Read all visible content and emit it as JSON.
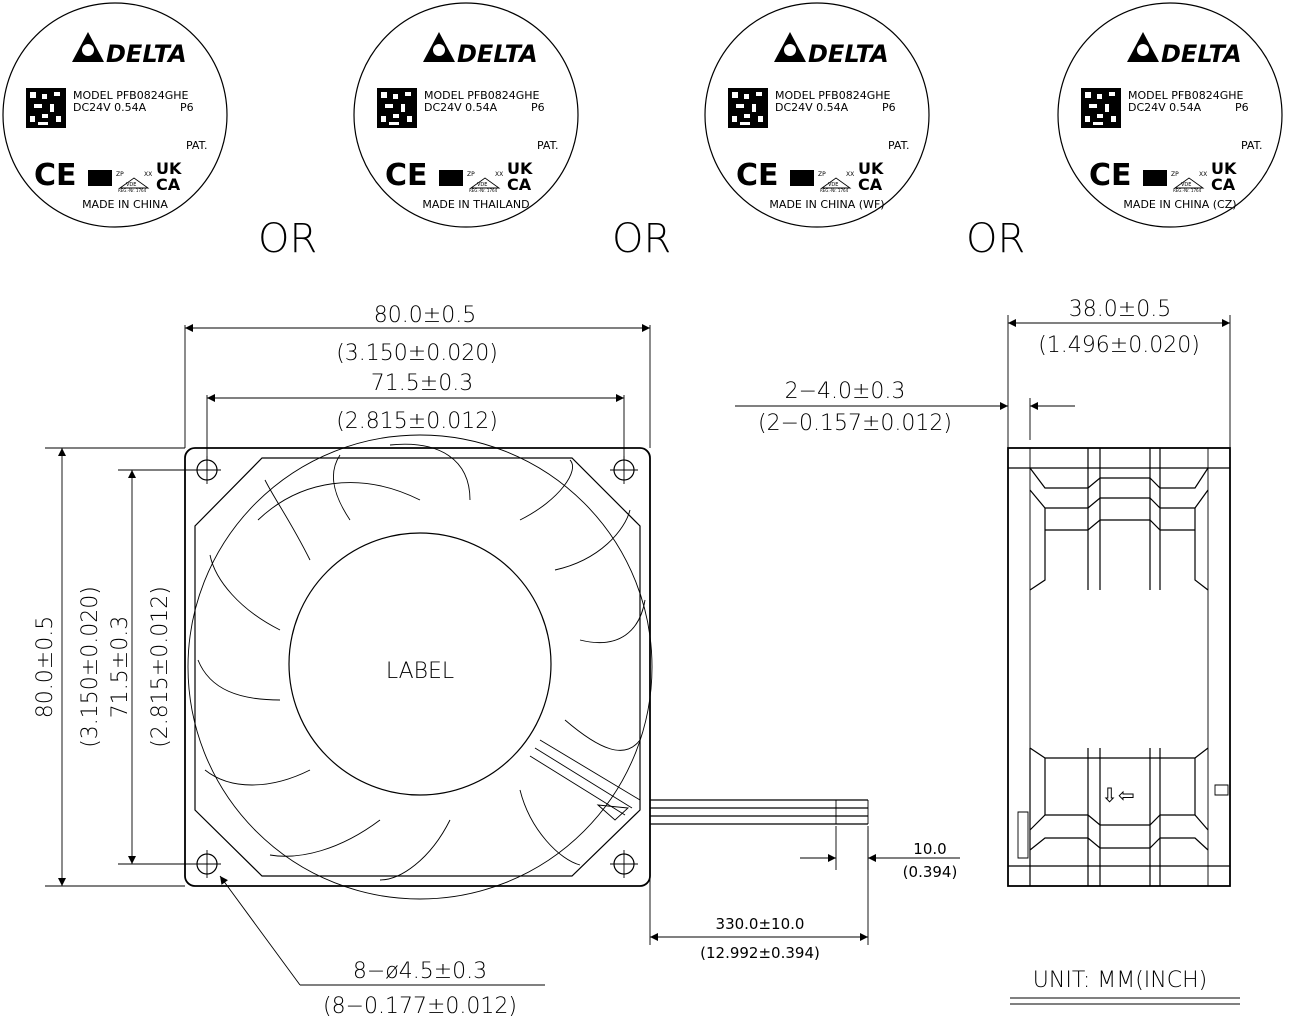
{
  "labels": [
    {
      "brand": "DELTA",
      "model_line": "MODEL  PFB0824GHE",
      "rating_line": "DC24V  0.54A",
      "p_code": "P6",
      "pat": "PAT.",
      "origin": "MADE IN CHINA",
      "zp": "ZP",
      "xx": "XX",
      "vde": "VDE",
      "reg": "REG.-Nr. 1764"
    },
    {
      "brand": "DELTA",
      "model_line": "MODEL  PFB0824GHE",
      "rating_line": "DC24V  0.54A",
      "p_code": "P6",
      "pat": "PAT.",
      "origin": "MADE IN THAILAND",
      "zp": "ZP",
      "xx": "XX",
      "vde": "VDE",
      "reg": "REG.-Nr. 1764"
    },
    {
      "brand": "DELTA",
      "model_line": "MODEL  PFB0824GHE",
      "rating_line": "DC24V  0.54A",
      "p_code": "P6",
      "pat": "PAT.",
      "origin": "MADE IN CHINA (WF)",
      "zp": "ZP",
      "xx": "XX",
      "vde": "VDE",
      "reg": "REG.-Nr. 1764"
    },
    {
      "brand": "DELTA",
      "model_line": "MODEL  PFB0824GHE",
      "rating_line": "DC24V  0.54A",
      "p_code": "P6",
      "pat": "PAT.",
      "origin": "MADE IN CHINA (CZ)",
      "zp": "ZP",
      "xx": "XX",
      "vde": "VDE",
      "reg": "REG.-Nr. 1764"
    }
  ],
  "or_text": "OR",
  "cert_marks": {
    "ce": "CE",
    "ukca_top": "UK",
    "ukca_bottom": "CA"
  },
  "front_view": {
    "label_text": "LABEL",
    "width_mm": "80.0±0.5",
    "width_inch": "(3.150±0.020)",
    "hole_spacing_mm": "71.5±0.3",
    "hole_spacing_inch": "(2.815±0.012)",
    "height_mm": "80.0±0.5",
    "height_inch": "(3.150±0.020)",
    "hole_v_spacing_mm": "71.5±0.3",
    "hole_v_spacing_inch": "(2.815±0.012)",
    "holes_mm": "8−ø4.5±0.3",
    "holes_inch": "(8−0.177±0.012)"
  },
  "lead_wire": {
    "length_mm": "330.0±10.0",
    "length_inch": "(12.992±0.394)",
    "strip_mm": "10.0",
    "strip_inch": "(0.394)"
  },
  "side_view": {
    "depth_mm": "38.0±0.5",
    "depth_inch": "(1.496±0.020)",
    "flange_mm": "2−4.0±0.3",
    "flange_inch": "(2−0.157±0.012)",
    "arrows": "⇩⇦"
  },
  "unit_note": "UNIT:  MM(INCH)"
}
